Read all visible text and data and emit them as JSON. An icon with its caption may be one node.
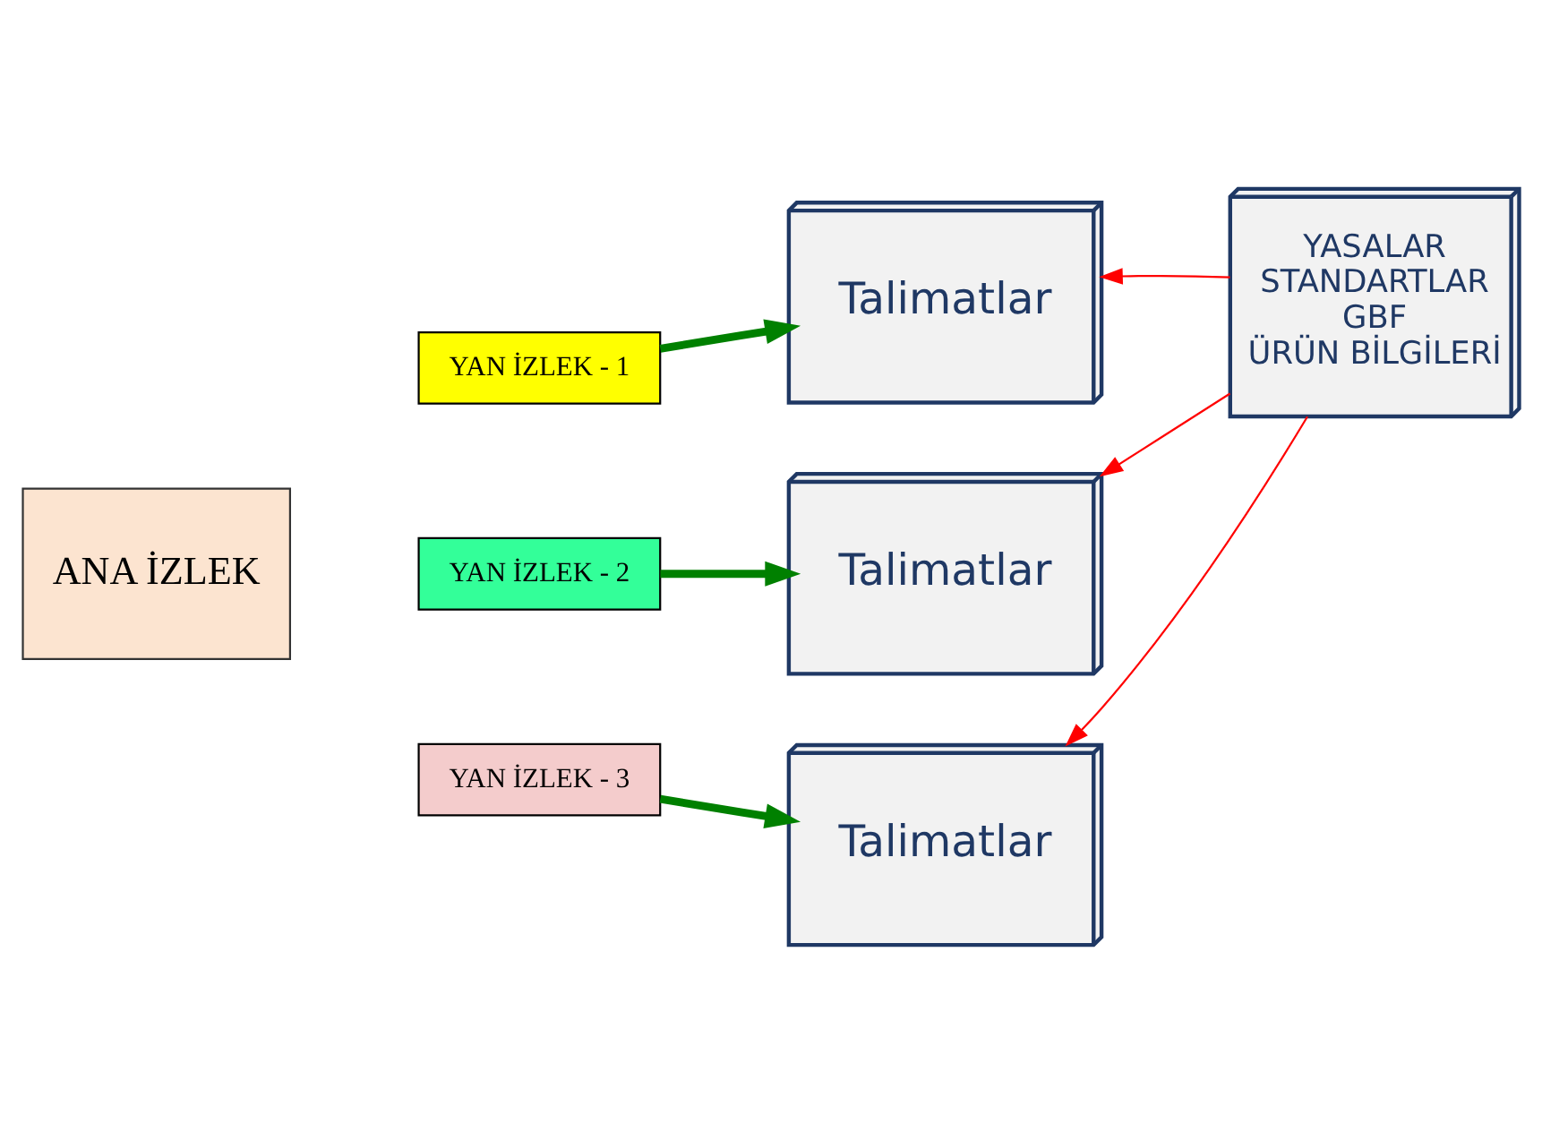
{
  "diagram": {
    "nodes": [
      {
        "text": [
          "ANA İZLEK"
        ]
      },
      {
        "text": [
          "YAN İZLEK - 1"
        ]
      },
      {
        "text": [
          "YAN İZLEK - 2"
        ]
      },
      {
        "text": [
          "YAN İZLEK - 3"
        ]
      },
      {
        "text": [
          "Talimatlar"
        ]
      },
      {
        "text": [
          "Talimatlar"
        ]
      },
      {
        "text": [
          "Talimatlar"
        ]
      },
      {
        "text": [
          "YASALAR STANDARTLAR GBF ÜRÜN BİLGİLERİ"
        ]
      }
    ],
    "edges": [
      {
        "from": 1,
        "to": 4,
        "arrow": "to",
        "style": "thick",
        "color": "#008000"
      },
      {
        "from": 2,
        "to": 5,
        "arrow": "to",
        "style": "thick",
        "color": "#008000"
      },
      {
        "from": 3,
        "to": 6,
        "arrow": "to",
        "style": "thick",
        "color": "#008000"
      },
      {
        "from": 7,
        "to": 5,
        "arrow": "to",
        "color": "#ff0000"
      },
      {
        "from": 7,
        "to": 4,
        "arrow": "to",
        "color": "#ff0000"
      },
      {
        "from": 7,
        "to": 6,
        "arrow": "to",
        "color": "#ff0000"
      }
    ]
  }
}
